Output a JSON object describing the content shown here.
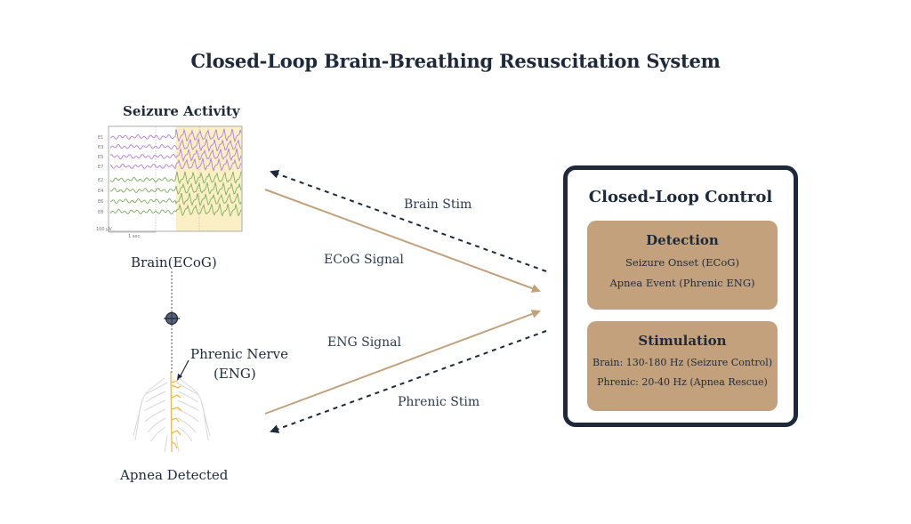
{
  "title": "Closed-Loop Brain-Breathing Resuscitation System",
  "left": {
    "seizure_label": "Seizure Activity",
    "ecog": {
      "channels_top": [
        "E1",
        "E3",
        "E5",
        "E7"
      ],
      "channels_bottom": [
        "E2",
        "E4",
        "E6",
        "E8"
      ],
      "scale_amplitude": "100 µV",
      "scale_time": "1 sec",
      "colors": {
        "top": "#b57fd6",
        "bottom": "#7fae5f",
        "seizure_bg": "#fbefc6"
      }
    },
    "brain_label": "Brain(ECoG)",
    "nerve_label_line1": "Phrenic Nerve",
    "nerve_label_line2": "(ENG)",
    "apnea_label": "Apnea Detected"
  },
  "arrows": {
    "brain_stim": "Brain Stim",
    "ecog_signal": "ECoG Signal",
    "eng_signal": "ENG Signal",
    "phrenic_stim": "Phrenic Stim",
    "colors": {
      "signal": "#c4a17d",
      "stim": "#1e2a3b"
    }
  },
  "control": {
    "title": "Closed-Loop Control",
    "detection": {
      "heading": "Detection",
      "items": [
        "Seizure Onset (ECoG)",
        "Apnea Event (Phrenic ENG)"
      ]
    },
    "stimulation": {
      "heading": "Stimulation",
      "items": [
        "Brain: 130-180 Hz (Seizure Control)",
        "Phrenic: 20-40 Hz (Apnea Rescue)"
      ]
    },
    "colors": {
      "border": "#1e2a3b",
      "panel": "#c4a17d"
    }
  }
}
